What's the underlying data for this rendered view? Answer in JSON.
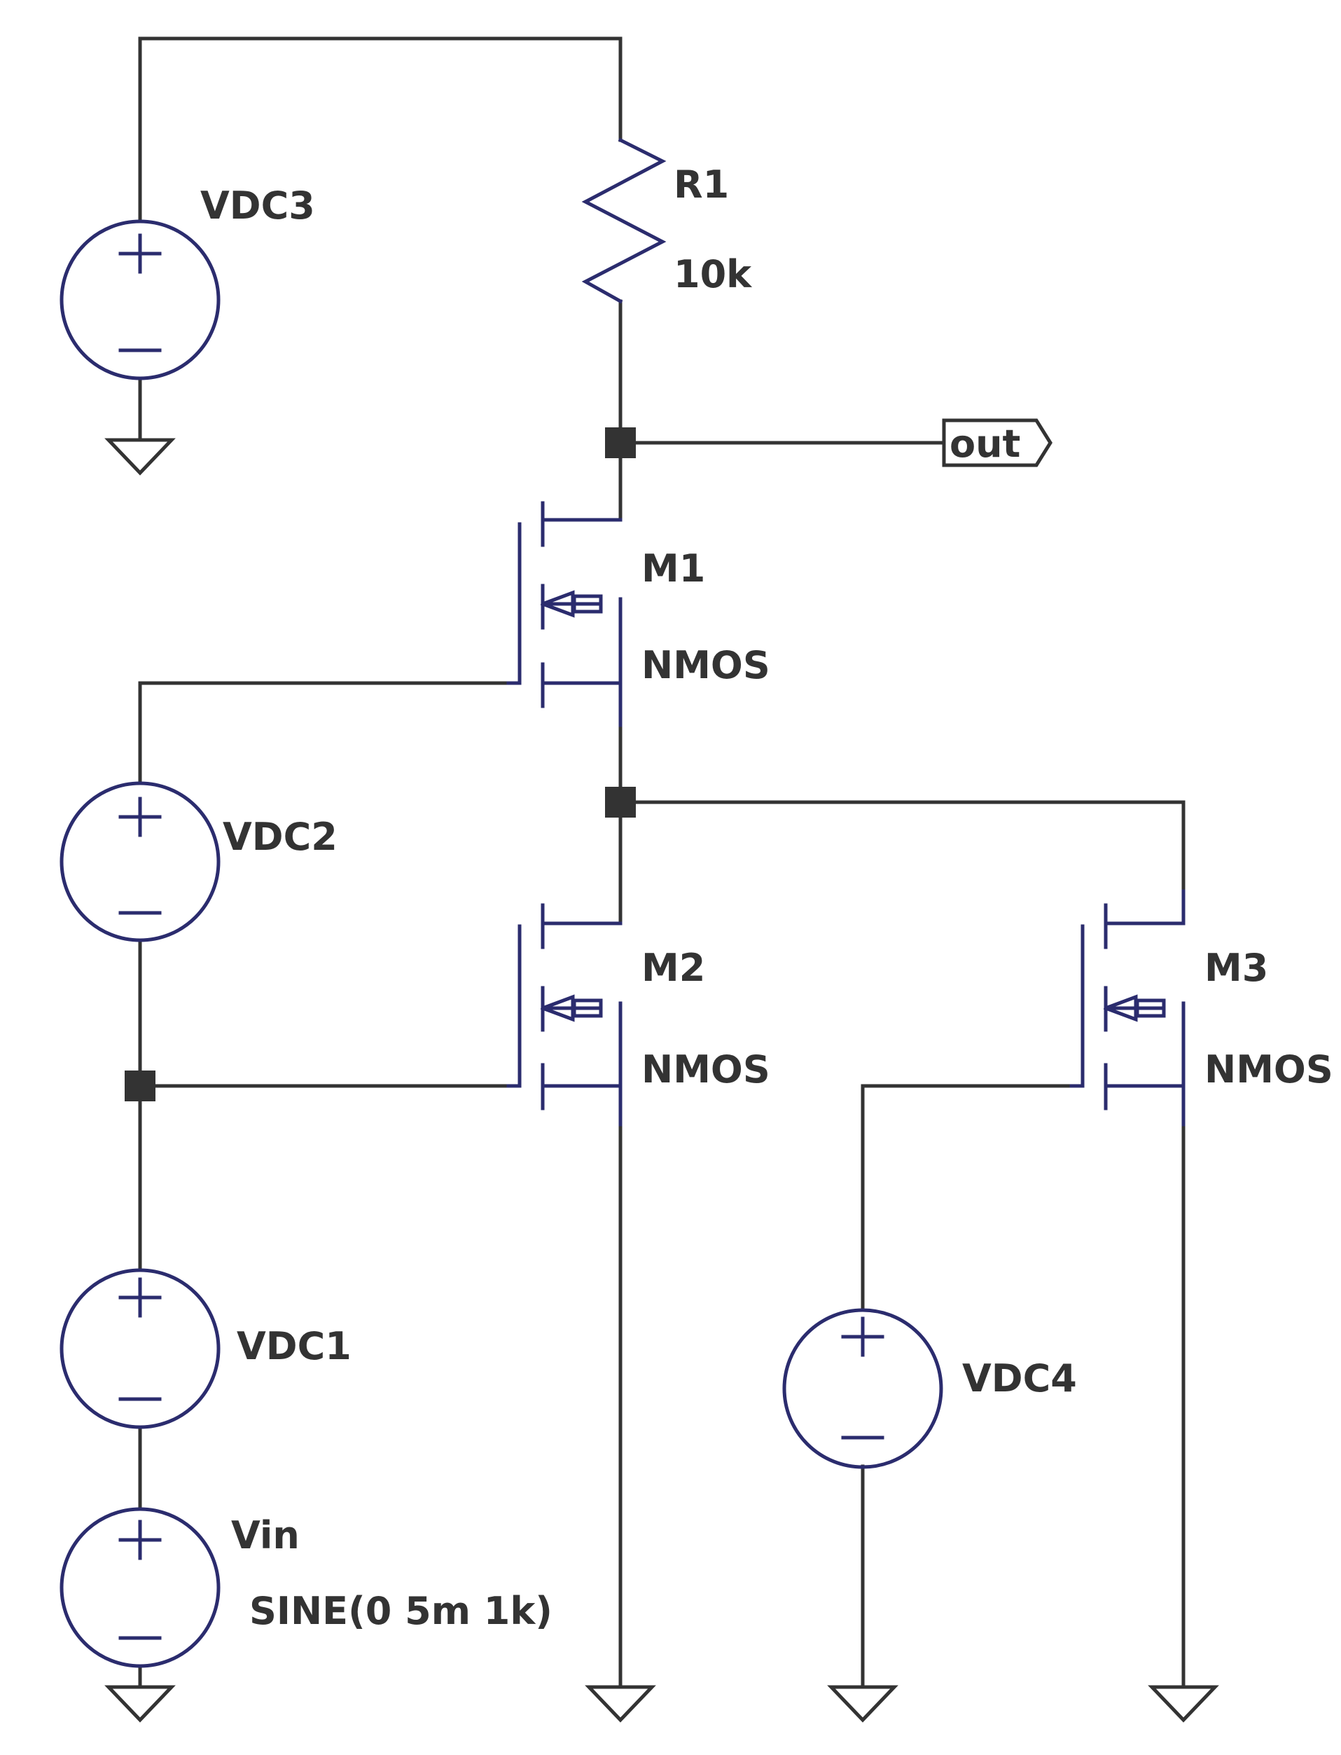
{
  "colors": {
    "wire": "#333333",
    "component": "#2b2c6e",
    "text": "#333333",
    "background": "#ffffff"
  },
  "components": {
    "vdc3": {
      "name": "VDC3"
    },
    "r1": {
      "name": "R1",
      "value": "10k"
    },
    "m1": {
      "name": "M1",
      "model": "NMOS"
    },
    "vdc2": {
      "name": "VDC2"
    },
    "m2": {
      "name": "M2",
      "model": "NMOS"
    },
    "m3": {
      "name": "M3",
      "model": "NMOS"
    },
    "vdc1": {
      "name": "VDC1"
    },
    "vdc4": {
      "name": "VDC4"
    },
    "vin": {
      "name": "Vin",
      "value": "SINE(0 5m 1k)"
    }
  },
  "net_labels": {
    "out": "out"
  }
}
